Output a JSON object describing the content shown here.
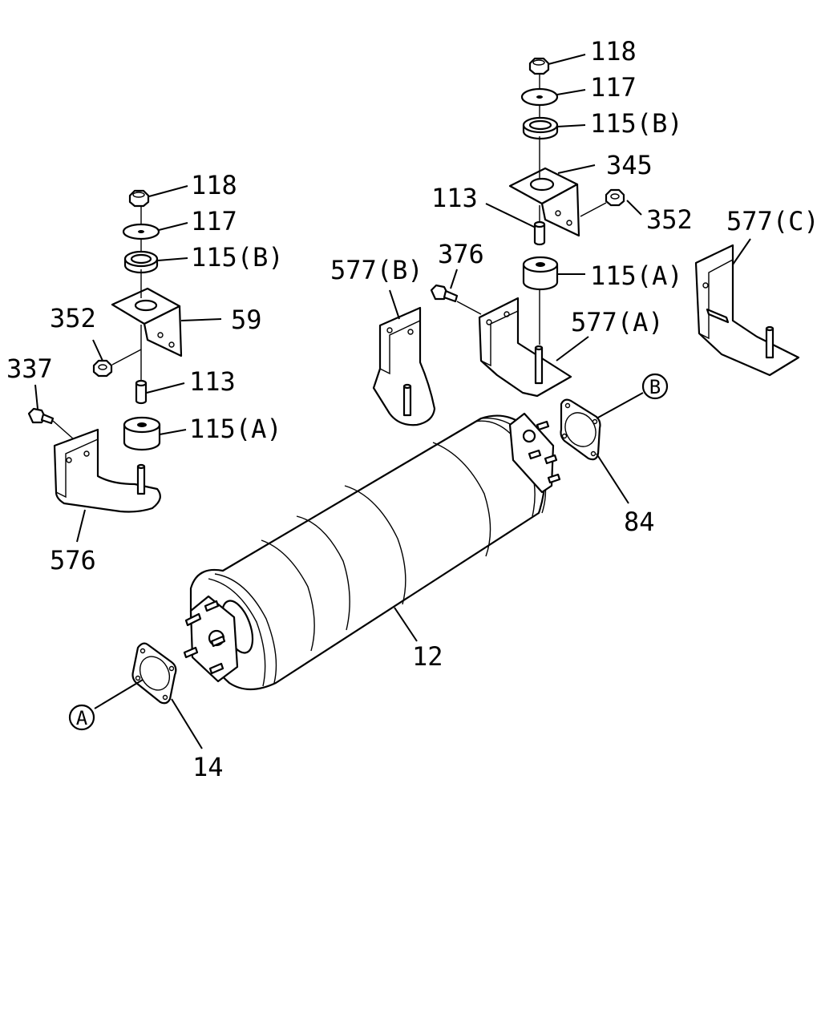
{
  "labels": {
    "l118_left": "118",
    "l117_left": "117",
    "l115b_left": "115(B)",
    "l59": "59",
    "l352_left": "352",
    "l113_left": "113",
    "l337": "337",
    "l115a_left": "115(A)",
    "l576": "576",
    "l118_right": "118",
    "l117_right": "117",
    "l115b_right": "115(B)",
    "l345": "345",
    "l113_right": "113",
    "l352_right": "352",
    "l577c": "577(C)",
    "l577b": "577(B)",
    "l376": "376",
    "l115a_right": "115(A)",
    "l577a": "577(A)",
    "lB": "B",
    "l84": "84",
    "l12": "12",
    "lA": "A",
    "l14": "14"
  }
}
